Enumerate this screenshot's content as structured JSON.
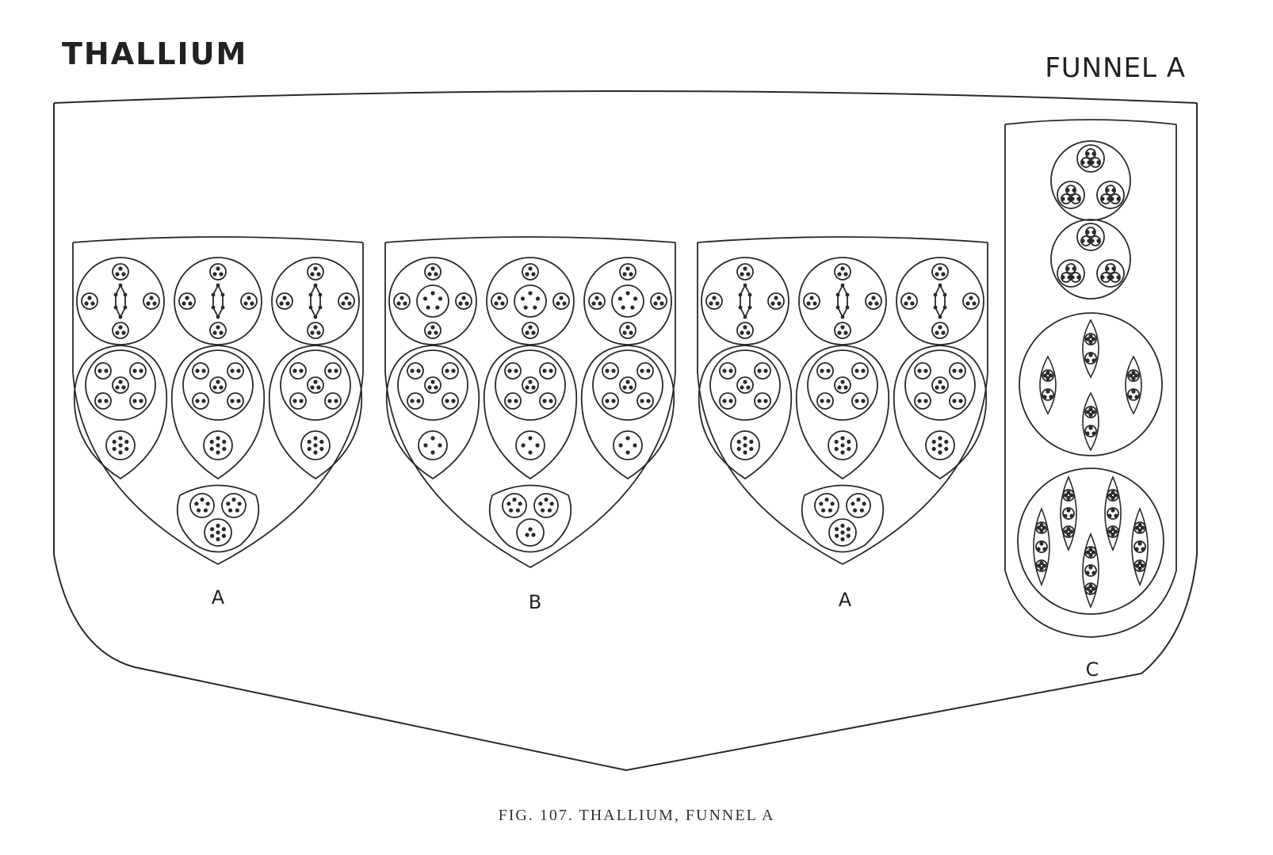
{
  "header": {
    "title": "THALLIUM",
    "funnel_label": "FUNNEL A"
  },
  "caption": "FIG.  107.  THALLIUM,  FUNNEL  A",
  "groups": [
    {
      "label": "A",
      "pair_pattern": "dots3",
      "pear_pattern": "dots1",
      "small_pattern": "dots6",
      "has_bottom": true
    },
    {
      "label": "B",
      "pair_pattern": "dots3",
      "pear_pattern": "dots1",
      "small_pattern": "dots4",
      "has_bottom": true
    },
    {
      "label": "A",
      "pair_pattern": "dots3",
      "pear_pattern": "dots1",
      "small_pattern": "dots6",
      "has_bottom": true
    }
  ],
  "column": {
    "label": "C"
  },
  "colors": {
    "stroke": "#2a2a2a",
    "background": "#ffffff"
  }
}
